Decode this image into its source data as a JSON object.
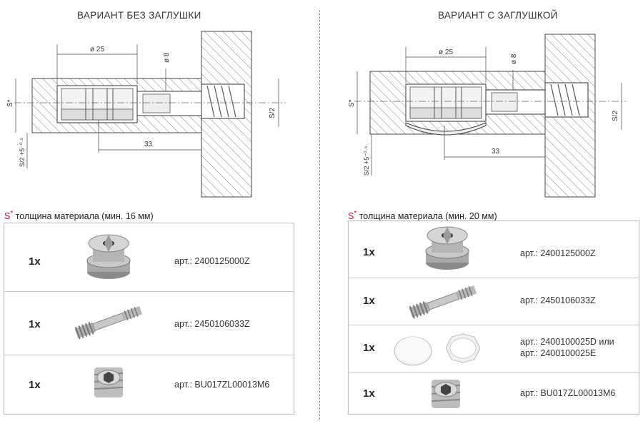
{
  "left": {
    "title": "ВАРИАНТ БЕЗ ЗАГЛУШКИ",
    "dim_diameter": "ø 25",
    "dim_pin": "ø 8",
    "dim_length": "33",
    "dim_s": "S*",
    "dim_half": "S/2",
    "dim_tol": "S/2 +5⁻⁰·⁵",
    "note_s": "S",
    "note_star": "*",
    "note_text": " толщина материала  (мин. 16 мм)",
    "parts": [
      {
        "qty": "1x",
        "icon": "cam-housing-icon",
        "art": "арт.: 2400125000Z"
      },
      {
        "qty": "1x",
        "icon": "connecting-bolt-icon",
        "art": "арт.: 2450106033Z"
      },
      {
        "qty": "1x",
        "icon": "threaded-insert-icon",
        "art": "арт.: BU017ZL00013M6"
      }
    ]
  },
  "right": {
    "title": "ВАРИАНТ С ЗАГЛУШКОЙ",
    "dim_diameter": "ø 25",
    "dim_pin": "ø 8",
    "dim_length": "33",
    "dim_s": "S*",
    "dim_half": "S/2",
    "dim_tol": "S/2 +5⁻⁰·⁵",
    "note_s": "S",
    "note_star": "*",
    "note_text": " толщина материала  (мин. 20 мм)",
    "parts": [
      {
        "qty": "1x",
        "icon": "cam-housing-icon",
        "art": "арт.: 2400125000Z"
      },
      {
        "qty": "1x",
        "icon": "connecting-bolt-icon",
        "art": "арт.: 2450106033Z"
      },
      {
        "qty": "1x",
        "icon": "cover-cap-icon",
        "art": "арт.: 2400100025D или",
        "art2": "арт.: 2400100025E"
      },
      {
        "qty": "1x",
        "icon": "threaded-insert-icon",
        "art": "арт.: BU017ZL00013M6"
      }
    ]
  }
}
